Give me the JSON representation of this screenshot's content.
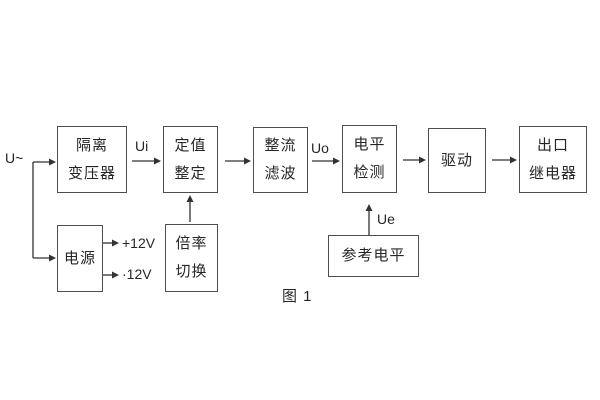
{
  "figure_caption": "图 1",
  "signal_labels": {
    "input": "U~",
    "ui": "Ui",
    "uo": "Uo",
    "ue": "Ue",
    "rail_pos": "+12V",
    "rail_neg": "·12V"
  },
  "blocks": {
    "isolation_transformer": {
      "line1": "隔离",
      "line2": "变压器"
    },
    "value_setting": {
      "line1": "定值",
      "line2": "整定"
    },
    "rectifier_filter": {
      "line1": "整流",
      "line2": "滤波"
    },
    "level_detection": {
      "line1": "电平",
      "line2": "检测"
    },
    "drive": {
      "label": "驱动"
    },
    "output_relay": {
      "line1": "出口",
      "line2": "继电器"
    },
    "power_supply": {
      "label": "电源"
    },
    "multiplier_switch": {
      "line1": "倍率",
      "line2": "切换"
    },
    "reference_level": {
      "label": "参考电平"
    }
  },
  "colors": {
    "background": "#ffffff",
    "box_border": "#4d4d4d",
    "text": "#262626",
    "line": "#333333"
  }
}
